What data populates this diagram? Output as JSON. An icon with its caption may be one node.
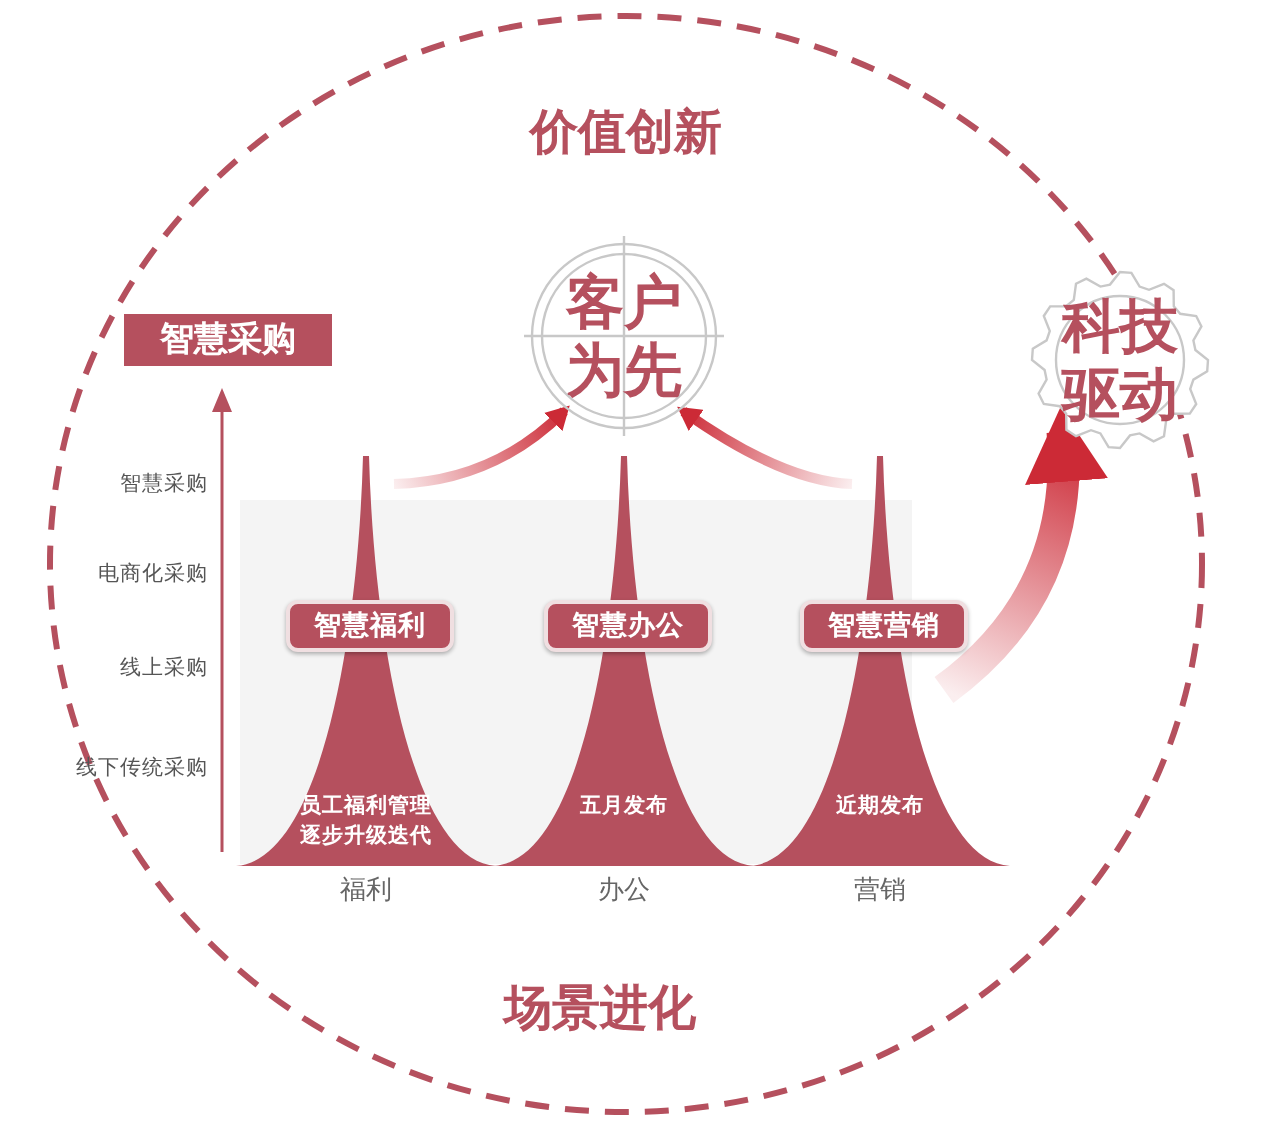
{
  "diagram": {
    "nodes": [
      {
        "text": [
          "客户为先"
        ]
      },
      {
        "text": [
          "科技驱动"
        ]
      },
      {
        "text": [
          "智慧采购"
        ]
      },
      {
        "text": [
          "智慧福利",
          "员工福利管理逐步升级迭代"
        ],
        "beside": [
          "福利"
        ]
      },
      {
        "text": [
          "智慧办公",
          "五月发布"
        ],
        "beside": [
          "办公"
        ]
      },
      {
        "text": [
          "智慧营销",
          "近期发布"
        ],
        "beside": [
          "营销"
        ]
      }
    ],
    "edges": [
      {
        "from": 3,
        "to": 0,
        "arrow": "to"
      },
      {
        "from": 5,
        "to": 0,
        "arrow": "to"
      },
      {
        "from": 5,
        "to": 1,
        "arrow": "to",
        "style": "thick"
      }
    ],
    "labels": [
      "价值创新",
      "智慧采购",
      "电商化采购",
      "线上采购",
      "线下传统采购",
      "场景进化"
    ]
  }
}
